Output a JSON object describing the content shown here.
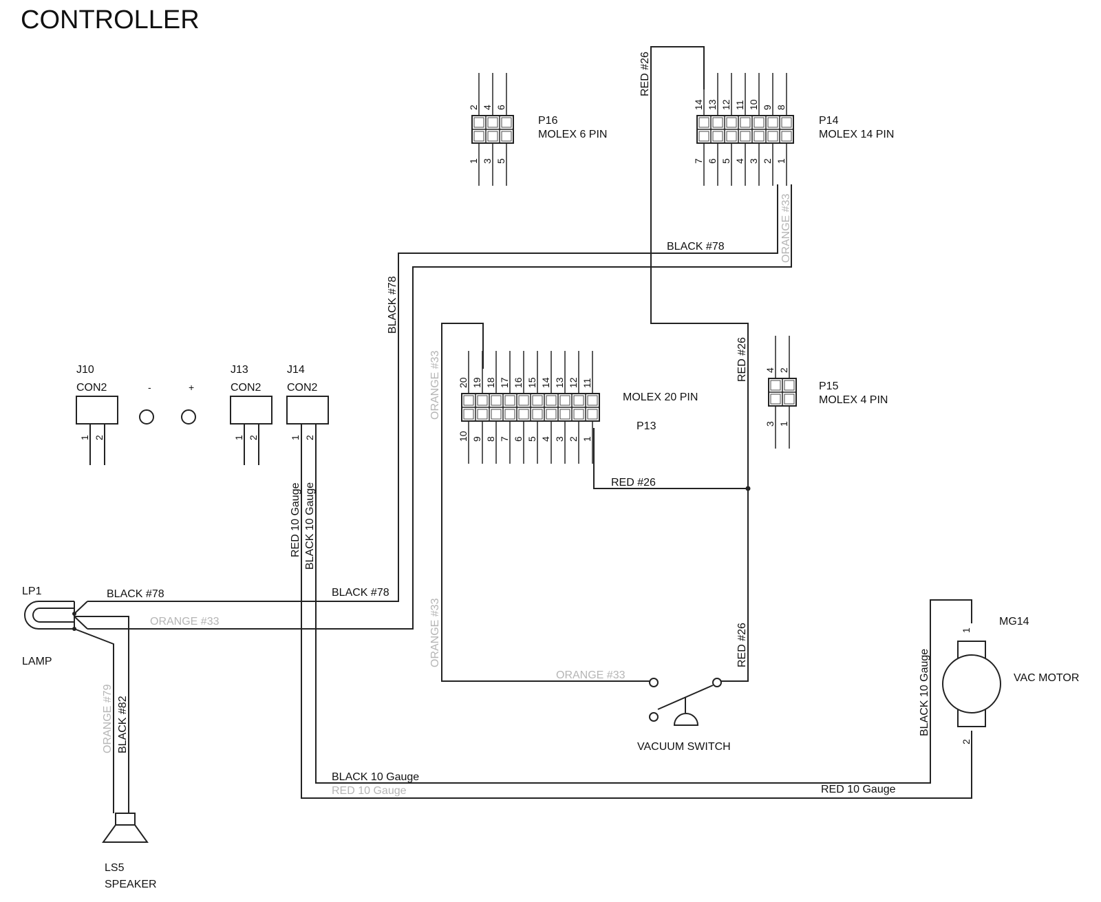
{
  "title": "CONTROLLER",
  "connectors": {
    "p16": {
      "name": "P16",
      "type": "MOLEX 6 PIN",
      "top_pins": [
        "2",
        "4",
        "6"
      ],
      "bottom_pins": [
        "1",
        "3",
        "5"
      ]
    },
    "p14": {
      "name": "P14",
      "type": "MOLEX 14 PIN",
      "top_pins": [
        "14",
        "13",
        "12",
        "11",
        "10",
        "9",
        "8"
      ],
      "bottom_pins": [
        "7",
        "6",
        "5",
        "4",
        "3",
        "2",
        "1"
      ]
    },
    "p13": {
      "name": "P13",
      "type": "MOLEX 20 PIN",
      "top_pins": [
        "20",
        "19",
        "18",
        "17",
        "16",
        "15",
        "14",
        "13",
        "12",
        "11"
      ],
      "bottom_pins": [
        "10",
        "9",
        "8",
        "7",
        "6",
        "5",
        "4",
        "3",
        "2",
        "1"
      ]
    },
    "p15": {
      "name": "P15",
      "type": "MOLEX 4 PIN",
      "top_pins": [
        "4",
        "2"
      ],
      "bottom_pins": [
        "3",
        "1"
      ]
    },
    "j10": {
      "name": "J10",
      "type": "CON2",
      "pins": [
        "1",
        "2"
      ]
    },
    "j13": {
      "name": "J13",
      "type": "CON2",
      "pins": [
        "1",
        "2"
      ]
    },
    "j14": {
      "name": "J14",
      "type": "CON2",
      "pins": [
        "1",
        "2"
      ]
    }
  },
  "terminals": {
    "minus": "-",
    "plus": "+"
  },
  "components": {
    "lamp": {
      "ref": "LP1",
      "name": "LAMP"
    },
    "speaker": {
      "ref": "LS5",
      "name": "SPEAKER"
    },
    "motor": {
      "ref": "MG14",
      "name": "VAC MOTOR",
      "pin1": "1",
      "pin2": "2"
    },
    "vacuum_switch": {
      "name": "VACUUM SWITCH"
    }
  },
  "wires": {
    "red26": "RED #26",
    "black78": "BLACK #78",
    "black82": "BLACK #82",
    "orange": "ORANGE #33",
    "orange79": "ORANGE #79",
    "red10": "RED 10 Gauge",
    "black10": "BLACK 10 Gauge"
  }
}
